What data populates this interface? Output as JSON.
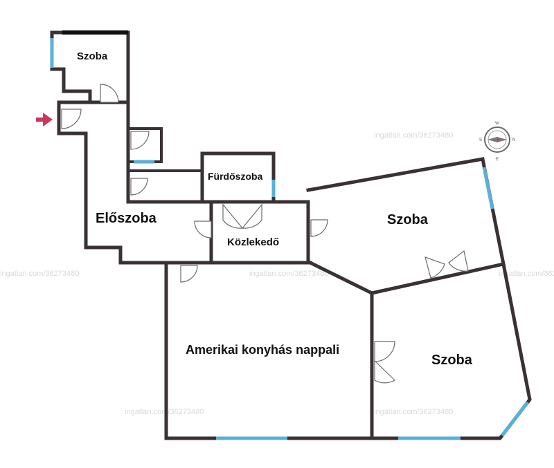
{
  "rooms": {
    "szoba_top": "Szoba",
    "eloszoba": "Előszoba",
    "furdoszoba": "Fürdőszoba",
    "kozlekedo": "Közlekedő",
    "szoba_right": "Szoba",
    "nappali": "Amerikai konyhás nappali",
    "szoba_bottom": "Szoba"
  },
  "watermark": "ingatlan.com/36273480",
  "compass": {
    "n": "N",
    "s": "S",
    "e": "E",
    "w": "W"
  },
  "colors": {
    "wall": "#3a3232",
    "window": "#5ab0d8",
    "entry_arrow": "#c8385a"
  }
}
